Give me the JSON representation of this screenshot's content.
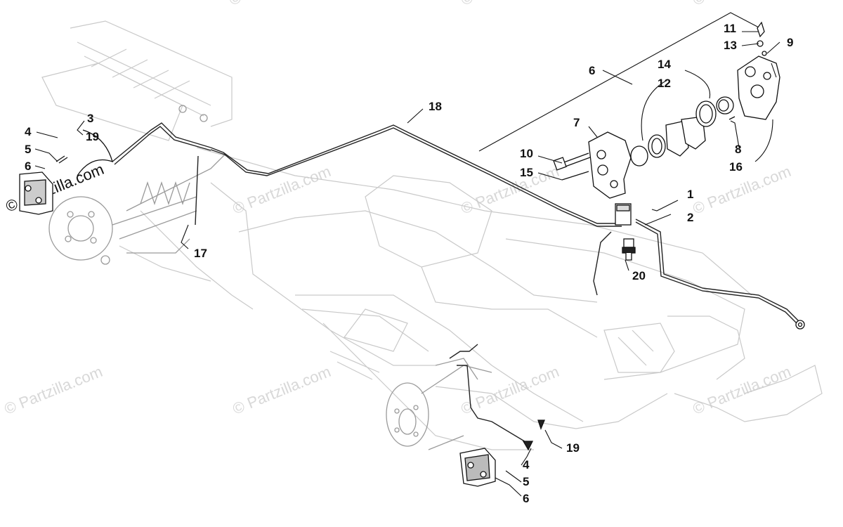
{
  "watermark": {
    "text": "© Partzilla.com"
  },
  "callouts": {
    "c1": "1",
    "c2": "2",
    "c3": "3",
    "c4a": "4",
    "c4b": "4",
    "c5a": "5",
    "c5b": "5",
    "c6a": "6",
    "c6b": "6",
    "c6c": "6",
    "c7": "7",
    "c8": "8",
    "c9": "9",
    "c10": "10",
    "c11": "11",
    "c12": "12",
    "c13": "13",
    "c14": "14",
    "c15": "15",
    "c16": "16",
    "c17": "17",
    "c18": "18",
    "c19a": "19",
    "c19b": "19",
    "c20": "20"
  }
}
